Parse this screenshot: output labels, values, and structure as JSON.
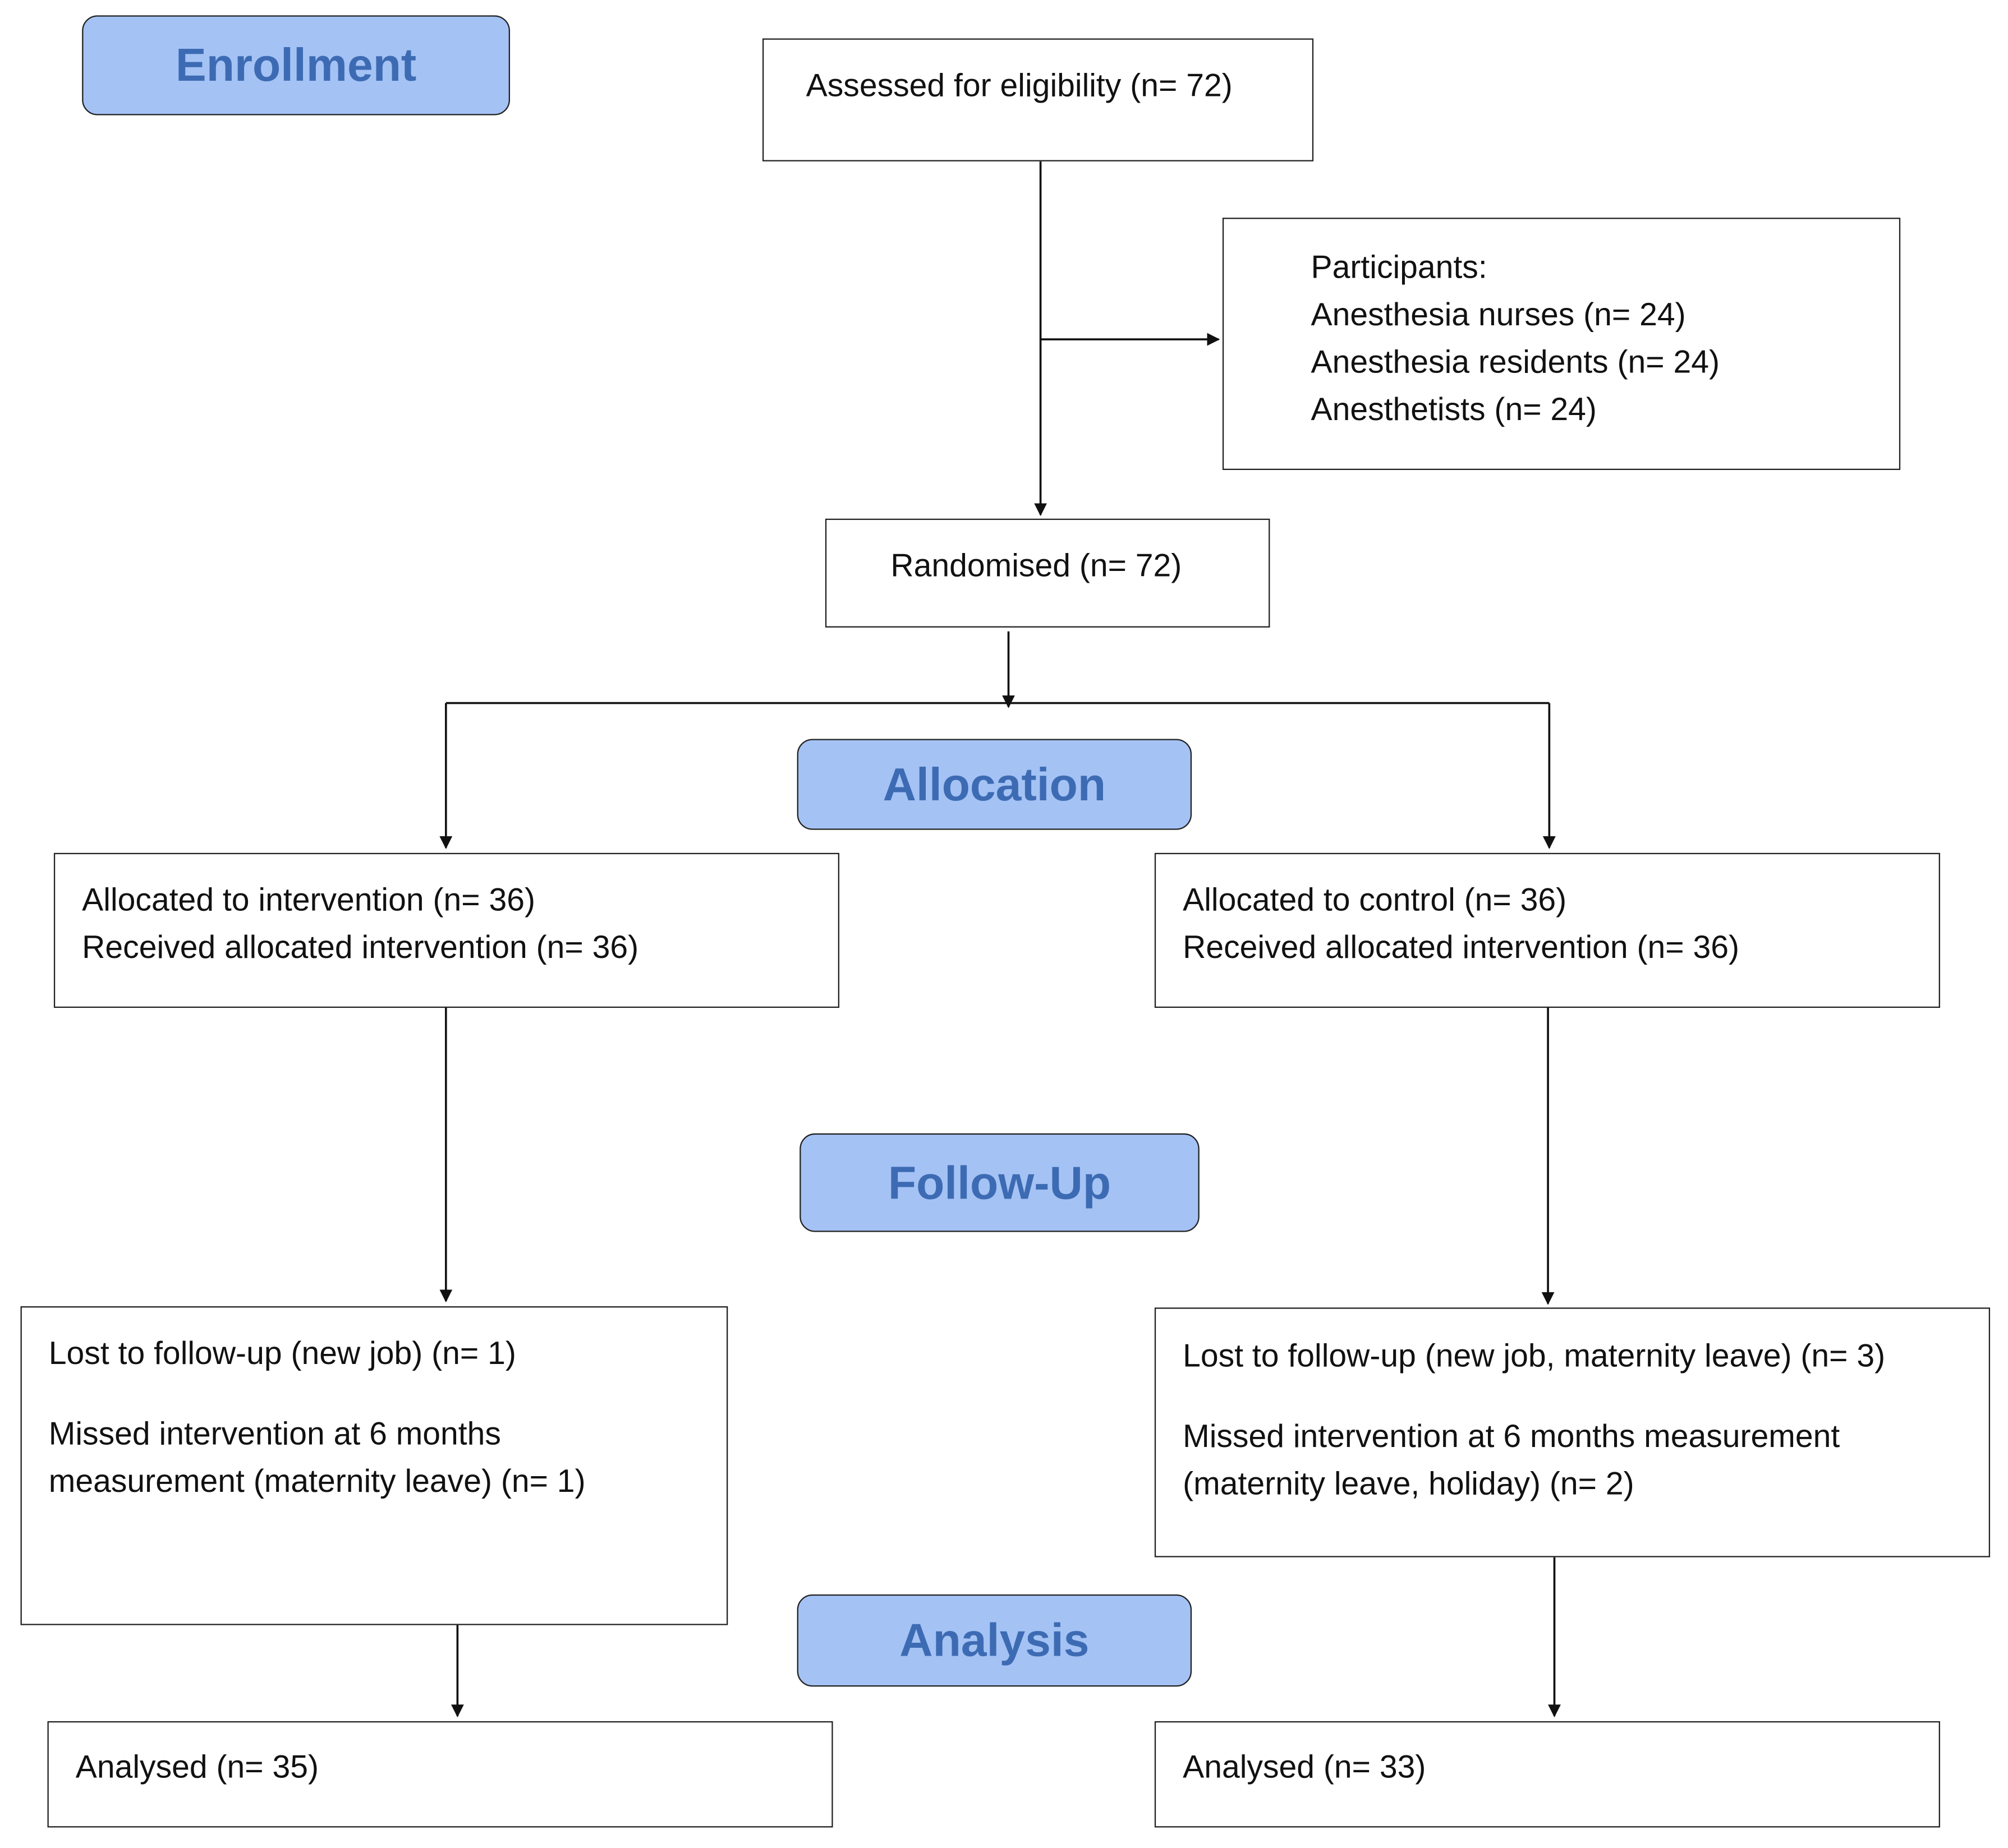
{
  "stages": {
    "enrollment": "Enrollment",
    "allocation": "Allocation",
    "follow_up": "Follow-Up",
    "analysis": "Analysis"
  },
  "boxes": {
    "assessed": "Assessed for eligibility  (n= 72)",
    "participants": [
      "Participants:",
      "Anesthesia nurses (n= 24)",
      "Anesthesia residents (n= 24)",
      "Anesthetists (n= 24)"
    ],
    "randomised": "Randomised (n= 72)",
    "intervention_allocation": [
      "Allocated to intervention (n= 36)",
      "Received allocated intervention (n= 36)"
    ],
    "control_allocation": [
      "Allocated to control (n= 36)",
      "Received allocated intervention (n= 36)"
    ],
    "intervention_followup": {
      "lost": "Lost to follow-up (new job) (n= 1)",
      "missed": [
        "Missed intervention at 6 months",
        "measurement (maternity leave) (n= 1)"
      ]
    },
    "control_followup": {
      "lost": "Lost to follow-up (new job, maternity leave) (n= 3)",
      "missed": [
        "Missed intervention at 6 months measurement",
        "(maternity leave, holiday) (n= 2)"
      ]
    },
    "intervention_analysis": "Analysed (n= 35)",
    "control_analysis": "Analysed (n= 33)"
  }
}
